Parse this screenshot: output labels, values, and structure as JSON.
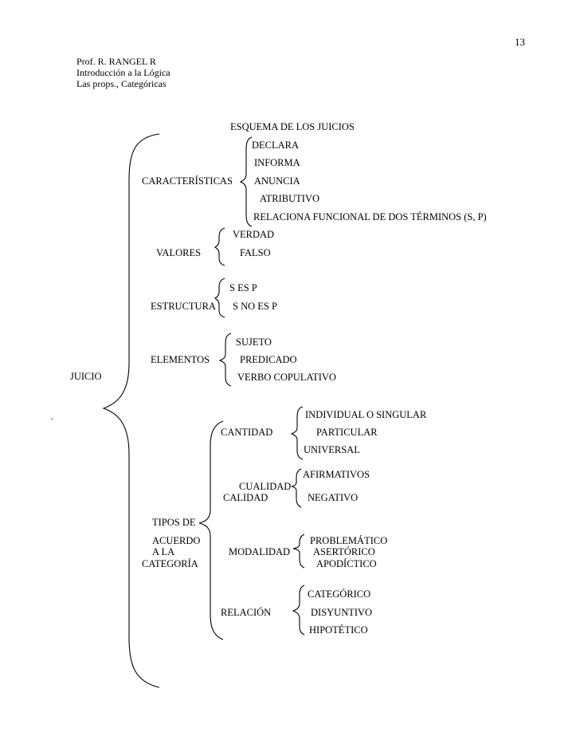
{
  "page_number": "13",
  "header": {
    "author": "Prof. R. RANGEL R",
    "course": "Introducción a la Lógica",
    "topic": "Las props., Categóricas"
  },
  "title": "ESQUEMA DE LOS JUICIOS",
  "stray_mark": ".",
  "root": "JUICIO",
  "caracteristicas": {
    "label": "CARACTERÍSTICAS",
    "items": [
      "DECLARA",
      "INFORMA",
      "ANUNCIA",
      "ATRIBUTIVO",
      "RELACIONA FUNCIONAL DE DOS TÉRMINOS (S, P)"
    ]
  },
  "valores": {
    "label": "VALORES",
    "items": [
      "VERDAD",
      "FALSO"
    ]
  },
  "estructura": {
    "label": "ESTRUCTURA",
    "items": [
      "S  ES P",
      "S  NO ES P"
    ]
  },
  "elementos": {
    "label": "ELEMENTOS",
    "items": [
      "SUJETO",
      "PREDICADO",
      "VERBO COPULATIVO"
    ]
  },
  "tipos": {
    "label_lines": [
      "TIPOS DE",
      "ACUERDO",
      "A  LA",
      "CATEGORÍA"
    ],
    "cantidad": {
      "label": "CANTIDAD",
      "items": [
        "INDIVIDUAL O SINGULAR",
        "PARTICULAR",
        "UNIVERSAL"
      ]
    },
    "calidad": {
      "label_top": "CUALIDAD",
      "label": "CALIDAD",
      "items": [
        "AFIRMATIVOS",
        "NEGATIVO"
      ]
    },
    "modalidad": {
      "label": "MODALIDAD",
      "items": [
        "PROBLEMÁTICO",
        "ASERTÓRICO",
        "APODÍCTICO"
      ]
    },
    "relacion": {
      "label": "RELACIÓN",
      "items": [
        "CATEGÓRICO",
        "DISYUNTIVO",
        "HIPOTÉTICO"
      ]
    }
  }
}
